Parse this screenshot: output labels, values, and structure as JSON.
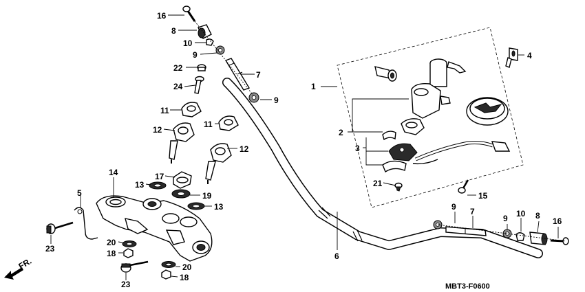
{
  "diagram_code": "MBT3-F0600",
  "orientation_label": "FR.",
  "callouts": {
    "p1": "1",
    "p2": "2",
    "p3": "3",
    "p4": "4",
    "p5": "5",
    "p6": "6",
    "p7_top": "7",
    "p7_right": "7",
    "p8_top": "8",
    "p8_right": "8",
    "p9_top_a": "9",
    "p9_top_b": "9",
    "p9_right_a": "9",
    "p9_right_b": "9",
    "p10_top": "10",
    "p10_right": "10",
    "p11_left": "11",
    "p11_right": "11",
    "p12_left": "12",
    "p12_right": "12",
    "p13_a": "13",
    "p13_b": "13",
    "p14": "14",
    "p15": "15",
    "p16_top": "16",
    "p16_right": "16",
    "p17": "17",
    "p18_a": "18",
    "p18_b": "18",
    "p19": "19",
    "p20_a": "20",
    "p20_b": "20",
    "p21": "21",
    "p22": "22",
    "p23_a": "23",
    "p23_b": "23",
    "p24": "24"
  }
}
